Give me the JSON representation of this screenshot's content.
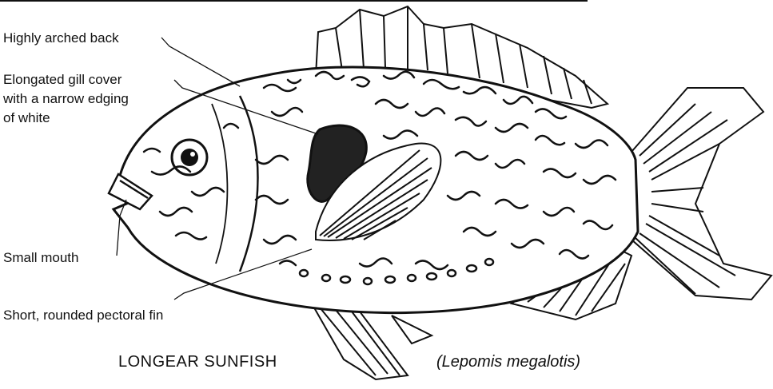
{
  "labels": {
    "back": "Highly arched back",
    "gill_line1": "Elongated gill cover",
    "gill_line2": "with a narrow edging",
    "gill_line3": "of white",
    "mouth": "Small mouth",
    "fin": "Short, rounded pectoral fin"
  },
  "common_name": "LONGEAR SUNFISH",
  "scientific_name": "(Lepomis megalotis)",
  "colors": {
    "ink": "#111111",
    "paper": "#ffffff"
  }
}
